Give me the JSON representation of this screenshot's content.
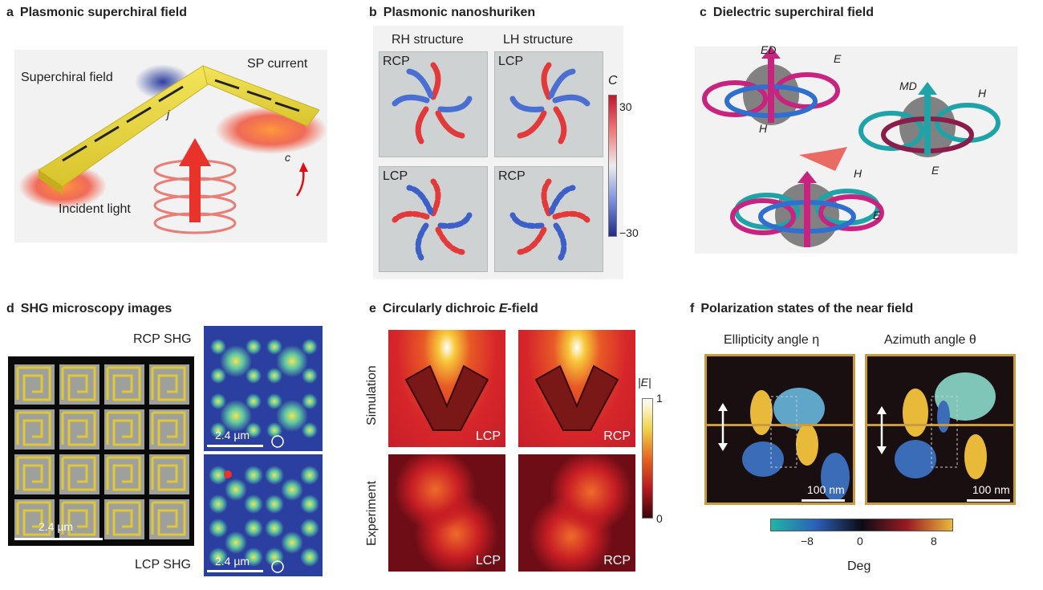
{
  "panels": {
    "a": {
      "letter": "a",
      "title": "Plasmonic superchiral field",
      "labels": {
        "superchiral": "Superchiral field",
        "sp_current": "SP current",
        "j": "j",
        "c": "c",
        "incident": "Incident light"
      }
    },
    "b": {
      "letter": "b",
      "title": "Plasmonic nanoshuriken",
      "col_rh": "RH structure",
      "col_lh": "LH structure",
      "tiles": [
        "RCP",
        "LCP",
        "LCP",
        "RCP"
      ],
      "colorbar": {
        "label": "C",
        "max": "30",
        "min": "−30"
      }
    },
    "c": {
      "letter": "c",
      "title": "Dielectric superchiral field",
      "labels": {
        "ed": "ED",
        "e1": "E",
        "h1": "H",
        "md": "MD",
        "h2": "H",
        "e2": "E",
        "h3": "H",
        "e3": "E"
      }
    },
    "d": {
      "letter": "d",
      "title": "SHG microscopy images",
      "rcp": "RCP SHG",
      "lcp": "LCP SHG",
      "scale_main": "2.4 µm",
      "scale_top": "2.4 µm",
      "scale_bottom": "2.4 µm"
    },
    "e": {
      "letter": "e",
      "title_pre": "Circularly dichroic ",
      "title_it": "E",
      "title_post": "-field",
      "row_sim": "Simulation",
      "row_exp": "Experiment",
      "tiles": [
        "LCP",
        "RCP",
        "LCP",
        "RCP"
      ],
      "colorbar": {
        "label": "|E|",
        "max": "1",
        "min": "0"
      }
    },
    "f": {
      "letter": "f",
      "title": "Polarization states of the near field",
      "left_title": "Ellipticity angle η",
      "right_title": "Azimuth angle θ",
      "scale_left": "100 nm",
      "scale_right": "100 nm",
      "colorbar": {
        "min": "−8",
        "mid": "0",
        "max": "8",
        "unit": "Deg"
      }
    }
  },
  "colors": {
    "gold": "#c89b3c",
    "plasmon_red": "#e8322a",
    "magenta": "#c8237e",
    "teal": "#1fa3a8",
    "blue": "#2f5fb5"
  }
}
